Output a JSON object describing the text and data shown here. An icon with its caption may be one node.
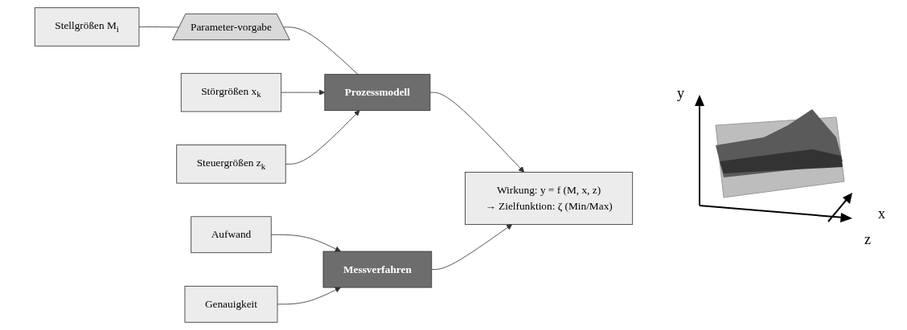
{
  "diagram": {
    "nodes": [
      {
        "text": [
          "Stellgrößen M$_{i}$"
        ]
      },
      {
        "text": [
          "Parameter-vorgabe"
        ]
      },
      {
        "text": [
          "Störgrößen x$_{k}$"
        ]
      },
      {
        "text": [
          "Prozessmodell"
        ]
      },
      {
        "text": [
          "Steuergrößen z$_{k}$"
        ]
      },
      {
        "text": [
          "Wirkung: y = f (M, x, z)",
          "→ Zielfunktion: ζ (Min/Max)"
        ]
      },
      {
        "text": [
          "Messverfahren"
        ]
      },
      {
        "text": [
          "Aufwand"
        ]
      },
      {
        "text": [
          "Genauigkeit"
        ]
      }
    ],
    "edges": [
      {
        "from": 0,
        "to": 1,
        "arrow": "none"
      },
      {
        "from": 1,
        "to": 3,
        "arrow": "none"
      },
      {
        "from": 2,
        "to": 3,
        "arrow": "to"
      },
      {
        "from": 4,
        "to": 3,
        "arrow": "to"
      },
      {
        "from": 3,
        "to": 5,
        "arrow": "to"
      },
      {
        "from": 6,
        "to": 5,
        "arrow": "to"
      },
      {
        "from": 7,
        "to": 6,
        "arrow": "to"
      },
      {
        "from": 8,
        "to": 6,
        "arrow": "to"
      }
    ],
    "labels": [
      "y",
      "x",
      "z"
    ]
  }
}
